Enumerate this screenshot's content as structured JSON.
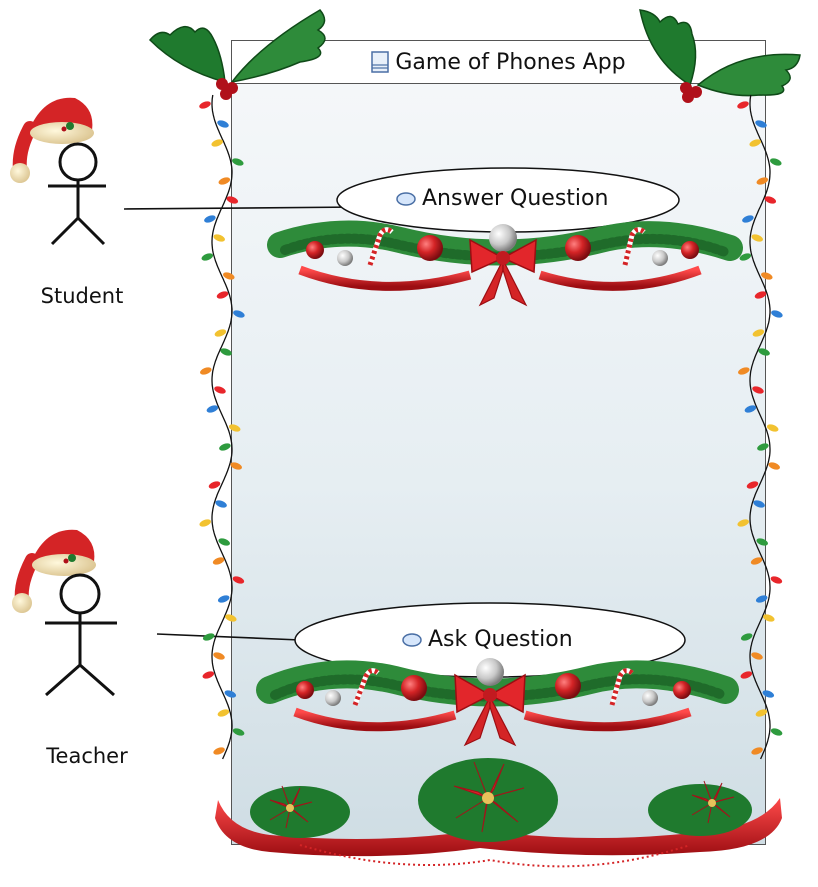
{
  "diagram": {
    "boundary_title": "Game of Phones App",
    "boundary_icon": "system-boundary-icon",
    "actors": [
      {
        "id": "student",
        "label": "Student",
        "icon": "stick-figure-icon",
        "hat": "santa-hat"
      },
      {
        "id": "teacher",
        "label": "Teacher",
        "icon": "stick-figure-icon",
        "hat": "santa-hat"
      }
    ],
    "use_cases": [
      {
        "id": "answer",
        "label": "Answer Question",
        "icon": "use-case-icon"
      },
      {
        "id": "ask",
        "label": "Ask Question",
        "icon": "use-case-icon"
      }
    ],
    "associations": [
      {
        "from": "student",
        "to": "answer"
      },
      {
        "from": "teacher",
        "to": "ask"
      }
    ],
    "colors": {
      "santa_red": "#d42426",
      "pine_green": "#2e8b3a",
      "holly_green": "#1f7a2e",
      "berry_red": "#b0101a",
      "gold": "#e8c25a",
      "line": "#111111"
    }
  }
}
